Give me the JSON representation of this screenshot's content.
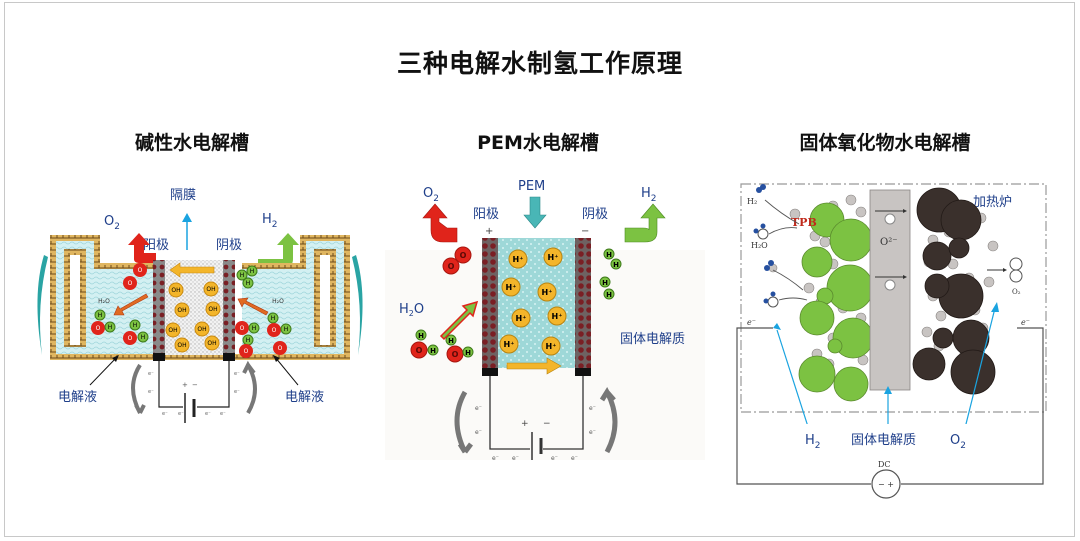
{
  "title": "三种电解水制氢工作原理",
  "panels": {
    "alkaline": {
      "title": "碱性水电解槽",
      "labels": {
        "membrane": "隔膜",
        "o2": "O",
        "o2_sub": "2",
        "h2": "H",
        "h2_sub": "2",
        "anode": "阳极",
        "cathode": "阴极",
        "electrolyte_left": "电解液",
        "electrolyte_right": "电解液",
        "water_left": "H₂O",
        "water_right": "H₂O",
        "ion": "OH",
        "atom_o": "O",
        "atom_h": "H",
        "electron": "e⁻",
        "plus": "+",
        "minus": "−"
      }
    },
    "pem": {
      "title": "PEM水电解槽",
      "labels": {
        "pem": "PEM",
        "o2": "O",
        "o2_sub": "2",
        "h2": "H",
        "h2_sub": "2",
        "anode": "阳极",
        "cathode": "阴极",
        "water": "H",
        "water_sub": "2",
        "water_tail": "O",
        "solid_electrolyte": "固体电解质",
        "ion": "H⁺",
        "atom_o": "O",
        "atom_h": "H",
        "electron": "e⁻",
        "plus": "+",
        "minus": "−"
      }
    },
    "soec": {
      "title": "固体氧化物水电解槽",
      "labels": {
        "furnace": "加热炉",
        "tpb": "TPB",
        "h2_in": "H₂",
        "h2o_in": "H₂O",
        "o_ion": "O²⁻",
        "o2_out": "O₂",
        "electron": "e⁻",
        "h2": "H",
        "h2_sub": "2",
        "solid_electrolyte": "固体电解质",
        "o2": "O",
        "o2_sub": "2",
        "dc": "DC"
      }
    }
  },
  "colors": {
    "label_blue": "#1f3f8a",
    "pointer_blue": "#1aa3e0",
    "oxygen_red": "#e0241b",
    "hydrogen_green": "#7cc242",
    "ion_yellow": "#f3b52a",
    "electrolyte_cyan": "#cdeef0",
    "cathode_dark": "#3a302c",
    "electrode_maroon": "#7a1f24"
  }
}
